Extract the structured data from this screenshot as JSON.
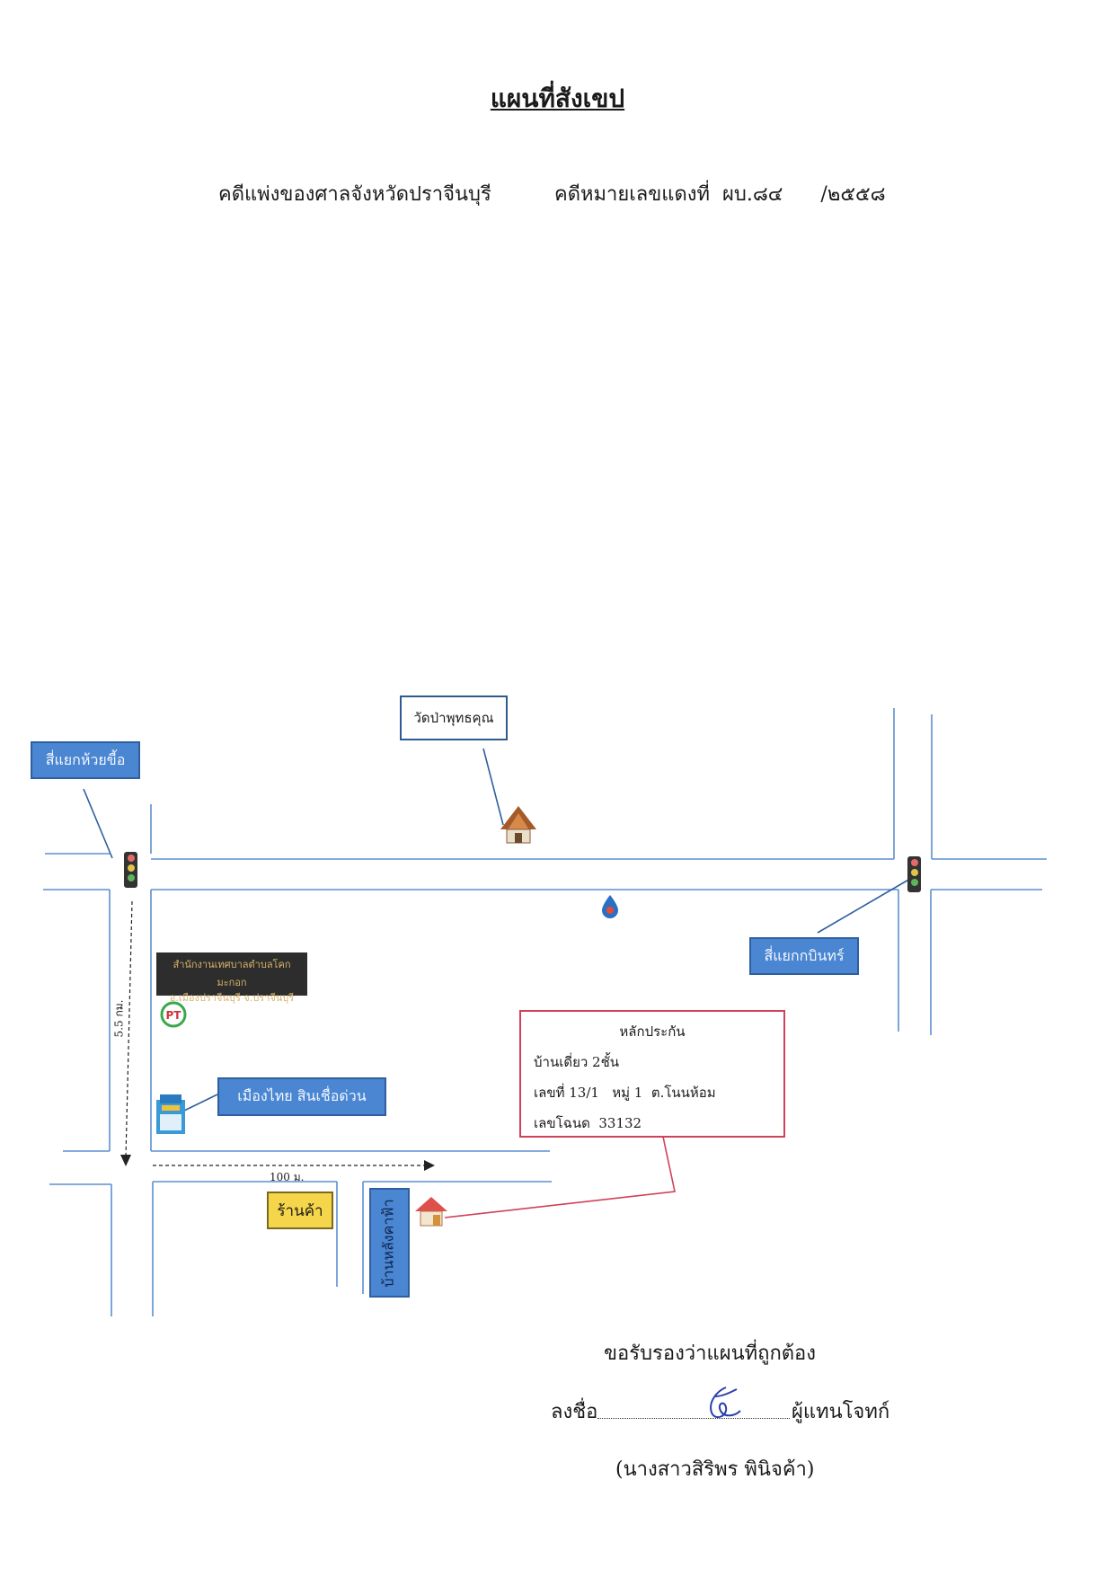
{
  "title": "แผนที่สังเขป",
  "case": {
    "court": "คดีแพ่งของศาลจังหวัดปราจีนบุรี",
    "red_number": "คดีหมายเลขแดงที่  ผบ.๘๔      /๒๕๕๘"
  },
  "map": {
    "landmarks": {
      "temple": "วัดป่าพุทธคุณ",
      "intersection_left": "สี่แยกห้วยขี้อ",
      "intersection_right": "สี่แยกกบินทร์",
      "municipal_office_line1": "สำนักงานเทศบาลตำบลโคกมะกอก",
      "municipal_office_line2": "อ.เมืองปราจีนบุรี  จ.ปราจีนบุรี",
      "finance_shop": "เมืองไทย สินเชื่อด่วน",
      "store": "ร้านค้า",
      "house_behind": "บ้านหลังคาฟ้า"
    },
    "distances": {
      "vertical": "5.5 กม.",
      "horizontal": "100 ม."
    },
    "collateral": {
      "heading": "หลักประกัน",
      "type": "บ้านเดี่ยว 2ชั้น",
      "address": "เลขที่ 13/1   หมู่ 1  ต.โนนห้อม",
      "deed": "เลขโฉนด  33132"
    },
    "icons": [
      "temple-icon",
      "traffic-light-icon",
      "gas-station-icon",
      "pt-logo-icon",
      "shop-icon",
      "house-icon"
    ],
    "colors": {
      "road": "#5b8fd0",
      "label_blue": "#4a86d1",
      "collateral_border": "#d0405a",
      "store_yellow": "#f5d64a"
    }
  },
  "signature": {
    "certify": "ขอรับรองว่าแผนที่ถูกต้อง",
    "sign_label": "ลงชื่อ",
    "role": "ผู้แทนโจทก์",
    "name": "(นางสาวสิริพร พินิจค้า)"
  }
}
